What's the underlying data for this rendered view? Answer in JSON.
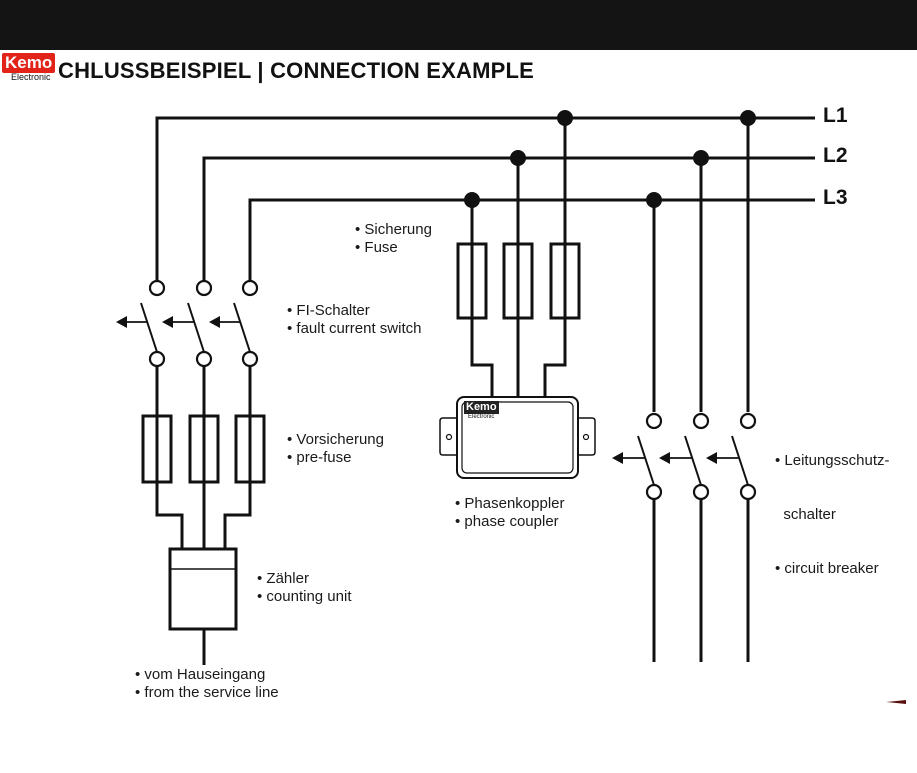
{
  "header": {
    "logo_brand": "Kemo",
    "logo_sub": "Electronic",
    "title": "CHLUSSBEISPIEL | CONNECTION EXAMPLE"
  },
  "phases": [
    "L1",
    "L2",
    "L3"
  ],
  "labels": {
    "fuse": [
      "• Sicherung",
      "• Fuse"
    ],
    "fi_switch": [
      "• FI-Schalter",
      "• fault current switch"
    ],
    "pre_fuse": [
      "• Vorsicherung",
      "• pre-fuse"
    ],
    "meter": [
      "• Zähler",
      "• counting unit"
    ],
    "service_line": [
      "• vom Hauseingang",
      "• from the service line"
    ],
    "phase_coupler": [
      "• Phasenkoppler",
      "• phase coupler"
    ],
    "circuit_breaker": [
      "• Leitungsschutz-",
      "  schalter",
      "• circuit breaker"
    ]
  },
  "coupler_logo": {
    "brand": "Kemo",
    "sub": "Electronic"
  },
  "colors": {
    "line": "#111111",
    "logo_red": "#e2231a",
    "topbar": "#141414"
  }
}
